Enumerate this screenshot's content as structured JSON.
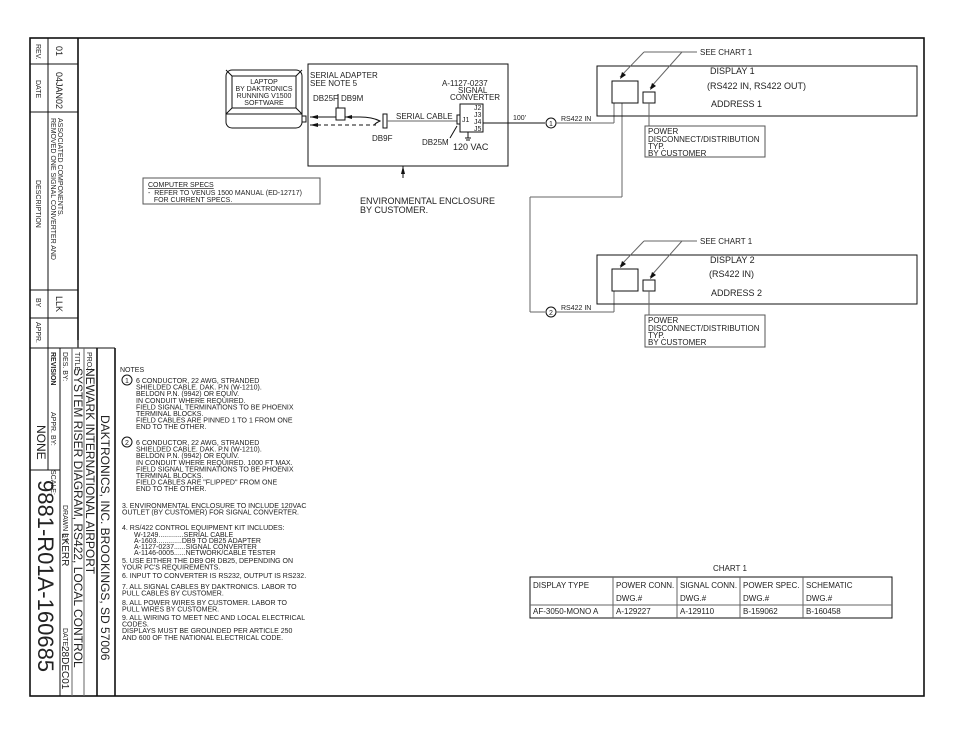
{
  "revision_block": {
    "headers": {
      "rev": "REV.",
      "date": "DATE",
      "description": "DESCRIPTION",
      "by": "BY",
      "appr": "APPR."
    },
    "rows": [
      {
        "rev": "01",
        "date": "04JAN02",
        "description_line1": "REMOVED ONE SIGNAL CONVERTER AND",
        "description_line2": "ASSOCIATED COMPONENTS.",
        "by": "LLK",
        "appr": ""
      }
    ]
  },
  "title_block": {
    "company": "DAKTRONICS, INC.  BROOKINGS, SD  57006",
    "proj_label": "PROJ:",
    "project": "NEWARK INTERNATIONAL AIRPORT",
    "title_label": "TITLE:",
    "title": "SYSTEM RISER DIAGRAM, RS422, LOCAL CONTROL",
    "des_by_label": "DES. BY:",
    "des_by": "",
    "drawn_by_label": "DRAWN BY:",
    "drawn_by": "LKERR",
    "date_label": "DATE:",
    "date": "28DEC01",
    "revision_label": "REVISION",
    "appr_by_label": "APPR. BY:",
    "appr_by": "",
    "scale_label": "SCALE:",
    "scale": "NONE",
    "drawing_number": "9881-R01A-160685"
  },
  "diagram": {
    "laptop": [
      "LAPTOP",
      "BY DAKTRONICS",
      "RUNNING V1500",
      "SOFTWARE"
    ],
    "serial_adapter": [
      "SERIAL ADAPTER",
      "SEE NOTE 5"
    ],
    "db25f": "DB25F",
    "db9m": "DB9M",
    "db9f": "DB9F",
    "db25m": "DB25M",
    "serial_cable": "SERIAL CABLE",
    "converter_part": "A-1127-0237",
    "converter_name": [
      "SIGNAL",
      "CONVERTER"
    ],
    "jacks": [
      "J1",
      "J2",
      "J3",
      "J4",
      "J5"
    ],
    "power_120": "120 VAC",
    "cable_length": "100'",
    "env_enclosure": [
      "ENVIRONMENTAL ENCLOSURE",
      "BY CUSTOMER."
    ],
    "computer_specs_title": "COMPUTER SPECS",
    "computer_specs_lines": [
      "-  REFER TO VENUS 1500 MANUAL (ED-12717)",
      "   FOR CURRENT SPECS."
    ],
    "displays": [
      {
        "callout": "SEE CHART 1",
        "name": "DISPLAY 1",
        "io": "(RS422 IN, RS422 OUT)",
        "address": "ADDRESS 1",
        "link_num": "1",
        "link_label": "RS422 IN",
        "power_box": [
          "POWER",
          "DISCONNECT/DISTRIBUTION",
          "TYP.",
          "BY CUSTOMER"
        ]
      },
      {
        "callout": "SEE CHART 1",
        "name": "DISPLAY 2",
        "io": "(RS422 IN)",
        "address": "ADDRESS 2",
        "link_num": "2",
        "link_label": "RS422 IN",
        "power_box": [
          "POWER",
          "DISCONNECT/DISTRIBUTION",
          "TYP.",
          "BY CUSTOMER"
        ]
      }
    ]
  },
  "notes": {
    "heading": "NOTES",
    "note1_num": "1",
    "note1": [
      "6 CONDUCTOR, 22 AWG, STRANDED",
      "SHIELDED CABLE. DAK. P.N (W-1210).",
      "BELDON P.N. (9942) OR EQUIV.",
      "IN CONDUIT WHERE REQUIRED.",
      "FIELD SIGNAL TERMINATIONS TO BE PHOENIX",
      "TERMINAL BLOCKS.",
      "FIELD CABLES ARE PINNED 1 TO 1 FROM ONE",
      "END TO THE OTHER."
    ],
    "note2_num": "2",
    "note2": [
      "6 CONDUCTOR, 22 AWG, STRANDED",
      "SHIELDED CABLE. DAK. P.N (W-1210).",
      "BELDON P.N. (9942) OR EQUIV.",
      "IN CONDUIT WHERE REQUIRED. 1000 FT MAX.",
      "FIELD SIGNAL TERMINATIONS TO BE PHOENIX",
      "TERMINAL BLOCKS.",
      "FIELD CABLES ARE \"FLIPPED\" FROM ONE",
      "END TO THE OTHER."
    ],
    "note3": [
      "3. ENVIRONMENTAL ENCLOSURE TO INCLUDE 120VAC",
      "   OUTLET (BY CUSTOMER) FOR SIGNAL CONVERTER."
    ],
    "note4_title": "4. RS/422 CONTROL EQUIPMENT KIT INCLUDES:",
    "note4_items": [
      {
        "part": "W-1249",
        "desc": "SERIAL CABLE"
      },
      {
        "part": "A-1603",
        "desc": "DB9 TO DB25 ADAPTER"
      },
      {
        "part": "A-1127-0237",
        "desc": "SIGNAL CONVERTER"
      },
      {
        "part": "A-1146-0005",
        "desc": "NETWORK/CABLE TESTER"
      }
    ],
    "note5": [
      "5. USE EITHER THE DB9 OR DB25, DEPENDING ON",
      "   YOUR PC'S REQUIREMENTS."
    ],
    "note6": [
      "6. INPUT TO CONVERTER IS RS232, OUTPUT IS RS232."
    ],
    "note7": [
      "7. ALL SIGNAL CABLES BY DAKTRONICS. LABOR TO",
      "   PULL CABLES BY CUSTOMER."
    ],
    "note8": [
      "8. ALL POWER WIRES BY CUSTOMER. LABOR TO",
      "   PULL WIRES BY CUSTOMER."
    ],
    "note9": [
      "9. ALL WIRING TO MEET NEC AND LOCAL ELECTRICAL",
      "   CODES.",
      "   DISPLAYS MUST BE GROUNDED PER ARTICLE 250",
      "   AND 600 OF THE NATIONAL ELECTRICAL CODE."
    ]
  },
  "chart1": {
    "title": "CHART 1",
    "headers": [
      [
        "DISPLAY TYPE",
        ""
      ],
      [
        "POWER CONN.",
        "DWG.#"
      ],
      [
        "SIGNAL CONN.",
        "DWG.#"
      ],
      [
        "POWER SPEC.",
        "DWG.#"
      ],
      [
        "SCHEMATIC",
        "DWG.#"
      ]
    ],
    "rows": [
      [
        "AF-3050-MONO A",
        "A-129227",
        "A-129110",
        "B-159062",
        "B-160458"
      ]
    ]
  }
}
